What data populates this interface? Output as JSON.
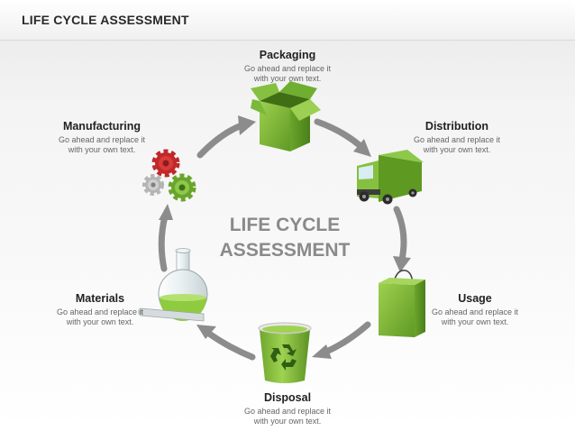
{
  "slide_title": "LIFE CYCLE ASSESSMENT",
  "center": {
    "line1": "LIFE CYCLE",
    "line2": "ASSESSMENT"
  },
  "stages": {
    "packaging": {
      "name": "Packaging",
      "desc1": "Go ahead and replace it",
      "desc2": "with your own text.",
      "icon": "box-icon"
    },
    "distribution": {
      "name": "Distribution",
      "desc1": "Go ahead and replace it",
      "desc2": "with your own text.",
      "icon": "truck-icon"
    },
    "usage": {
      "name": "Usage",
      "desc1": "Go ahead and replace it",
      "desc2": "with your own text.",
      "icon": "shopping-bag-icon"
    },
    "disposal": {
      "name": "Disposal",
      "desc1": "Go ahead and replace it",
      "desc2": "with your own text.",
      "icon": "recycle-bin-icon"
    },
    "materials": {
      "name": "Materials",
      "desc1": "Go ahead and replace it",
      "desc2": "with your own text.",
      "icon": "flask-icon"
    },
    "manufacturing": {
      "name": "Manufacturing",
      "desc1": "Go ahead and replace it",
      "desc2": "with your own text.",
      "icon": "gears-icon"
    }
  },
  "colors": {
    "green": "#7cb83a",
    "green_dark": "#4e8a1e",
    "arrow": "#8c8c8c",
    "gear_red": "#c0282a",
    "gear_gray": "#b4b4b4"
  }
}
